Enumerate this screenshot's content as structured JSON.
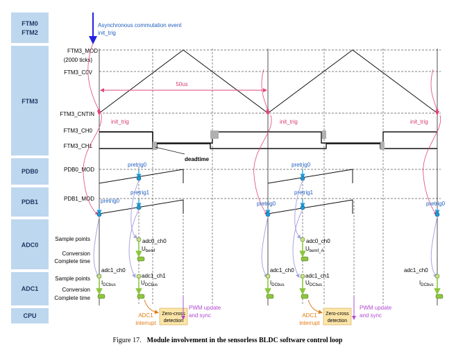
{
  "modules": {
    "ftm0": "FTM0",
    "ftm2": "FTM2",
    "ftm3": "FTM3",
    "pdb0": "PDB0",
    "pdb1": "PDB1",
    "adc0": "ADC0",
    "adc1": "ADC1",
    "cpu": "CPU"
  },
  "signals": {
    "ftm3_mod": "FTM3_MOD",
    "ticks": "(2000 ticks)",
    "ftm3_cov": "FTM3_C0V",
    "ftm3_cntin": "FTM3_CNTIN",
    "ftm3_ch0": "FTM3_CH0",
    "ftm3_ch1": "FTM3_CH1",
    "pdb0_mod": "PDB0_MOD",
    "pdb1_mod": "PDB1_MOD",
    "sample_points": "Sample points",
    "conversion": "Conversion",
    "complete_time": "Complete time"
  },
  "annotations": {
    "async_event": "Asynchronous commutation event",
    "init_trig": "init_trig",
    "period": "50us",
    "deadtime": "deadtime",
    "pretrig0": "pretrig0",
    "pretrig1": "pretrig1",
    "adc0_ch0": "adc0_ch0",
    "adc0_ch1": "adc1_ch1",
    "adc1_ch0": "adc1_ch0",
    "u_main": "U",
    "bemf": "bemf",
    "bemf_a": "bemf_A",
    "i_main": "I",
    "dcbus": "DCbus",
    "dcbus_sub": "DCbus",
    "adc1_interrupt_1": "ADC1",
    "adc1_interrupt_2": "interrupt",
    "zero_cross_1": "Zero-cross",
    "zero_cross_2": "detection",
    "pwm_update": "PWM update",
    "and_sync": "and sync"
  },
  "caption": {
    "figure": "Figure 17.",
    "title": "Module involvement in the sensorless BLDC software control loop"
  },
  "colors": {
    "module_bg": "#bdd7ee",
    "module_text": "#1f3864",
    "blue_arrow": "#2020e0",
    "pink": "#e0457a",
    "pdb_marker": "#1f9ad6",
    "adc_green": "#8cc63f",
    "adc_lilac": "#a9a3e0",
    "orange": "#e07a10",
    "zero_cross_bg": "#fde5a8",
    "purple": "#b04ad0"
  }
}
